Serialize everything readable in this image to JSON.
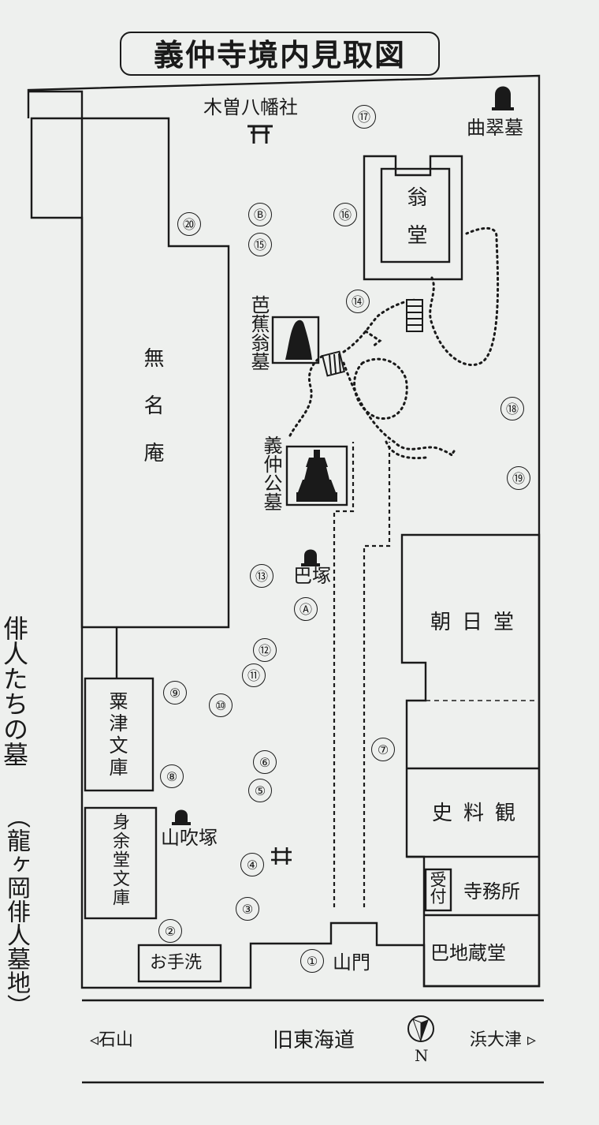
{
  "title": "義仲寺境内見取図",
  "side_label": "俳人たちの墓",
  "side_sublabel": "（龍ヶ岡俳人墓地）",
  "buildings": {
    "mumeian": "無名庵",
    "kurozu_bunko": "粟津文庫",
    "shinyodo_bunko": "身余堂文庫",
    "otearai": "お手洗",
    "okinado": "翁堂",
    "asahido": "朝日堂",
    "shiryokan": "史料観",
    "uketsuke": "受付",
    "jimusho": "寺務所",
    "tomoe_jizodo": "巴地蔵堂",
    "sanmon": "山門"
  },
  "landmarks": {
    "kiso_hachiman": "木曽八幡社",
    "kyokusui_haka": "曲翠墓",
    "basho_haka": "芭蕉翁墓",
    "yoshinaka_haka": "義仲公墓",
    "tomoezuka": "巴塚",
    "yamabukizuka": "山吹塚"
  },
  "road": {
    "name": "旧東海道",
    "left": "◃石山",
    "right": "浜大津 ▹",
    "north": "N"
  },
  "markers": [
    "①",
    "②",
    "③",
    "④",
    "⑤",
    "⑥",
    "⑦",
    "⑧",
    "⑨",
    "⑩",
    "⑪",
    "⑫",
    "⑬",
    "⑭",
    "⑮",
    "⑯",
    "⑰",
    "⑱",
    "⑲",
    "⑳",
    "Ⓐ",
    "Ⓑ"
  ]
}
